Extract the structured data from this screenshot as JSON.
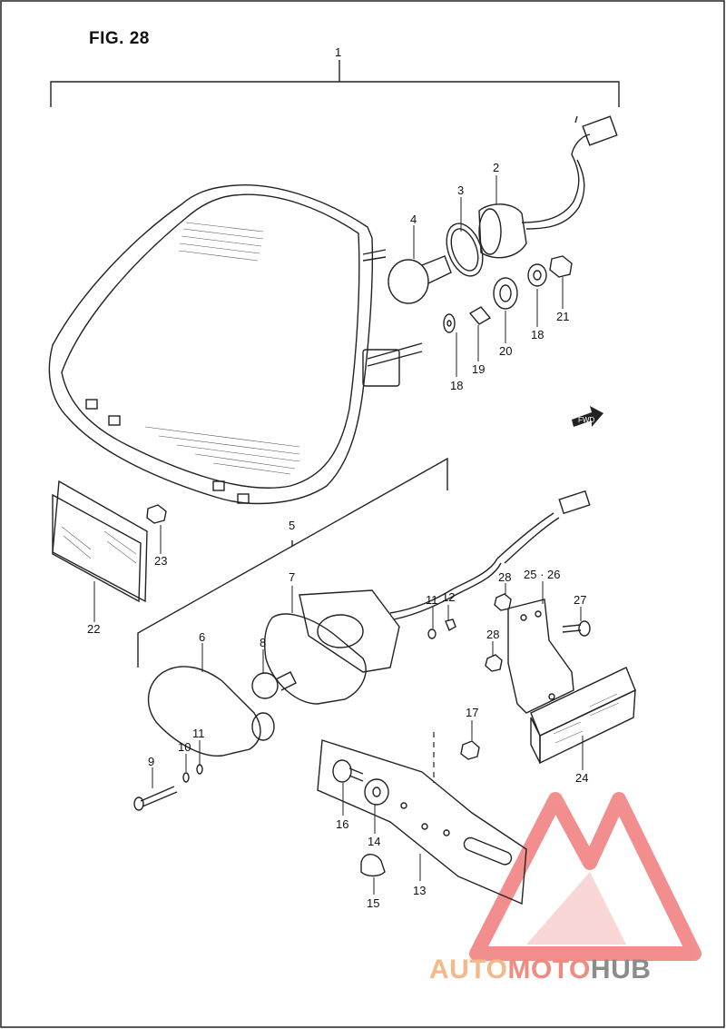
{
  "figure": {
    "title": "FIG. 28"
  },
  "callouts": {
    "c1": "1",
    "c2": "2",
    "c3": "3",
    "c4": "4",
    "c5": "5",
    "c6": "6",
    "c7": "7",
    "c8": "8",
    "c9": "9",
    "c10": "10",
    "c11a": "11",
    "c11b": "11",
    "c12": "12",
    "c13": "13",
    "c14": "14",
    "c15": "15",
    "c16": "16",
    "c17": "17",
    "c18a": "18",
    "c18b": "18",
    "c19": "19",
    "c20": "20",
    "c21": "21",
    "c22": "22",
    "c23": "23",
    "c24": "24",
    "c2526": "25 · 26",
    "c27": "27",
    "c28a": "28",
    "c28b": "28"
  },
  "direction_arrow": {
    "label": "FWD"
  },
  "watermark": {
    "text_part1": "AUTO",
    "text_part2": "MOTO",
    "text_part3": "HUB",
    "colors": {
      "part1": "#f3b98a",
      "part2": "#f08b80",
      "part3": "#8c8c8c",
      "logo": "#f07b7b"
    }
  }
}
